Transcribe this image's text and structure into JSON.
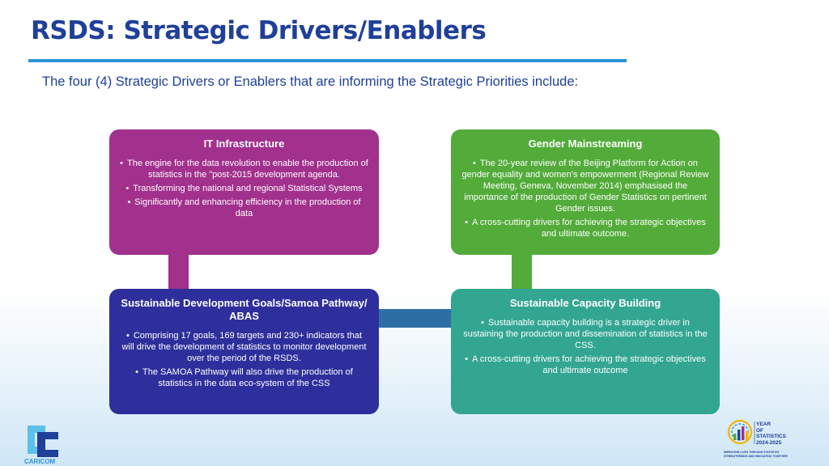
{
  "header": {
    "title": "RSDS: Strategic Drivers/Enablers",
    "subtitle": "The four (4) Strategic Drivers or Enablers that are informing the Strategic Priorities include:"
  },
  "colors": {
    "title": "#1f3f99",
    "rule": "#2b95d6",
    "it_box": "#a2308d",
    "gender_box": "#53ab3a",
    "sdg_box": "#2e2f9c",
    "capacity_box": "#33a692",
    "connector_mid": "#2d6fa5"
  },
  "boxes": {
    "it": {
      "title": "IT Infrastructure",
      "bullets": [
        "The engine for the data revolution to enable the production of statistics in the \"post-2015 development agenda.",
        "Transforming the national and regional Statistical Systems",
        "Significantly and enhancing efficiency in the production of data"
      ]
    },
    "gender": {
      "title": "Gender Mainstreaming",
      "bullets": [
        "The 20-year review of the Beijing Platform for Action on gender equality and women’s empowerment (Regional Review Meeting, Geneva, November 2014) emphasised the importance of the production of Gender Statistics on pertinent Gender issues.",
        "A cross-cutting drivers for achieving the strategic objectives and ultimate outcome."
      ]
    },
    "sdg": {
      "title": "Sustainable Development Goals/Samoa Pathway/ ABAS",
      "bullets": [
        "Comprising 17 goals, 169 targets and 230+ indicators that will drive the development of statistics to monitor development over the period of the RSDS.",
        "The SAMOA Pathway will also drive the production of statistics in the data eco-system of the CSS"
      ]
    },
    "capacity": {
      "title": "Sustainable Capacity Building",
      "bullets": [
        "Sustainable capacity building is a strategic driver in sustaining the production and dissemination of statistics in the CSS.",
        "A cross-cutting drivers for achieving the strategic objectives and ultimate outcome"
      ]
    }
  },
  "footer": {
    "caricom_logo_text": "CARICOM",
    "yos_line1": "YEAR",
    "yos_line2": "OF",
    "yos_line3": "STATISTICS",
    "yos_line4": "2024-2025",
    "yos_tagline1": "IMPROVING LIVES THROUGH STATISTICS",
    "yos_tagline2": "STRENGTHENING AND INNOVATING TOGETHER",
    "caricom_icon": "caricom-logo-icon",
    "yos_icon": "year-of-statistics-logo-icon"
  }
}
